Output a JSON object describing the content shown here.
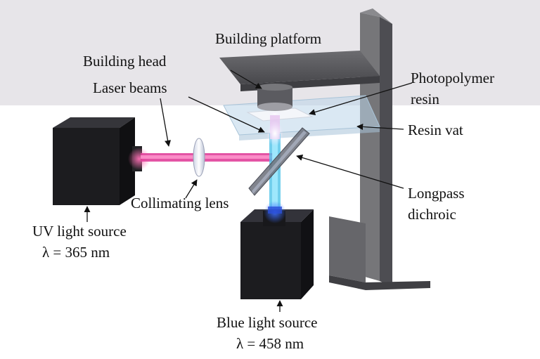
{
  "labels": {
    "building_platform": "Building platform",
    "building_head": "Building head",
    "laser_beams": "Laser beams",
    "photopolymer_resin_line1": "Photopolymer",
    "photopolymer_resin_line2": "resin",
    "resin_vat": "Resin vat",
    "collimating_lens": "Collimating lens",
    "longpass_dichroic_line1": "Longpass",
    "longpass_dichroic_line2": "dichroic",
    "uv_source_name": "UV light source",
    "uv_source_wavelength": "λ = 365 nm",
    "blue_source_name": "Blue light source",
    "blue_source_wavelength": "λ = 458 nm"
  },
  "colors": {
    "uv_beam": "#e0409a",
    "blue_beam": "#4fc3e8",
    "source_box": "#1f1f22",
    "frame": "#58585d",
    "platform": "#5e5e62",
    "vat": "#bcd6ea"
  }
}
